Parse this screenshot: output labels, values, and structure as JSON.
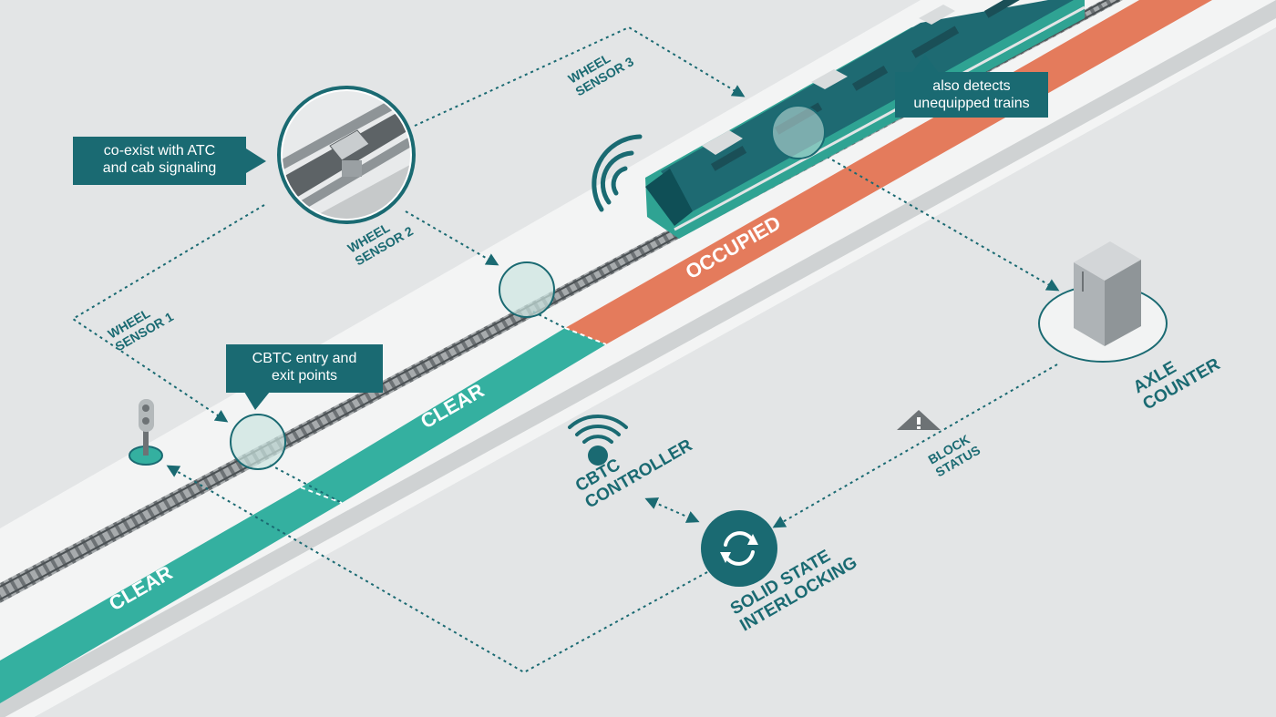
{
  "callouts": {
    "coexist": "co-exist with ATC\nand cab signaling",
    "detects": "also detects\nunequipped trains",
    "cbtc_points": "CBTC entry and\nexit points"
  },
  "labels": {
    "wheel_sensor_1": [
      "WHEEL",
      "SENSOR 1"
    ],
    "wheel_sensor_2": [
      "WHEEL",
      "SENSOR 2"
    ],
    "wheel_sensor_3": [
      "WHEEL",
      "SENSOR 3"
    ],
    "axle_counter": [
      "AXLE",
      "COUNTER"
    ],
    "block_status": [
      "BLOCK",
      "STATUS"
    ],
    "cbtc_controller": [
      "CBTC",
      "CONTROLLER"
    ],
    "solid_state_interlocking": [
      "SOLID STATE",
      "INTERLOCKING"
    ],
    "occupied": "OCCUPIED",
    "clear_upper": "CLEAR",
    "clear_lower": "CLEAR"
  },
  "colors": {
    "background": "#e3e5e6",
    "ground_strip": "#f2f3f3",
    "clear": "#34b0a0",
    "occupied": "#e47b5c",
    "dark_teal": "#1a6a72",
    "train_body": "#2fa393",
    "train_roof": "#1e6a72"
  },
  "icons": [
    "signal-icon",
    "wireless-icon",
    "warning-icon",
    "refresh-icon",
    "axle-counter-cabinet-icon"
  ]
}
